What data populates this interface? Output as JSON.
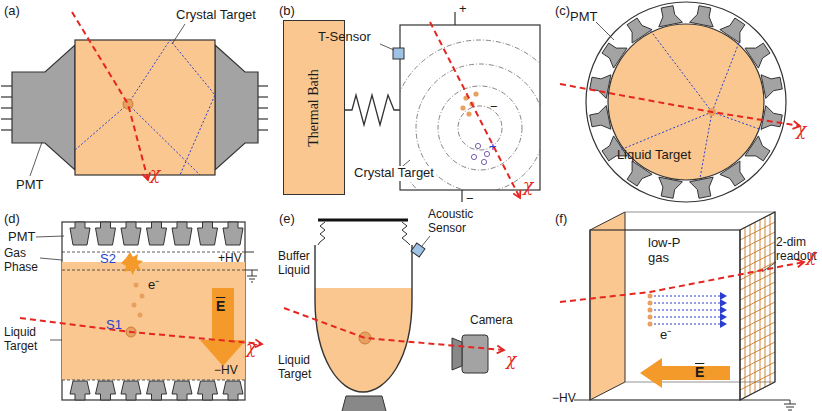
{
  "diagram": {
    "nodes": [
      {
        "text": [
          "Thermal Bath"
        ]
      }
    ],
    "labels": [
      "(a)",
      "Crystal Target",
      "PMT",
      "χ",
      "(b)",
      "T-Sensor",
      "+",
      "−",
      "−",
      "+",
      "Crystal Target",
      "χ",
      "(c)",
      "PMT",
      "Liquid Target",
      "χ",
      "(d)",
      "PMT",
      "+HV",
      "Gas Phase",
      "S2",
      "e⁻",
      "E",
      "Liquid Target",
      "S1",
      "χ",
      "−HV",
      "(e)",
      "Buffer Liquid",
      "Acoustic Sensor",
      "Camera",
      "Liquid Target",
      "χ",
      "(f)",
      "low-P gas",
      "e⁻",
      "2-dim readout",
      "E",
      "−HV",
      "χ"
    ]
  }
}
